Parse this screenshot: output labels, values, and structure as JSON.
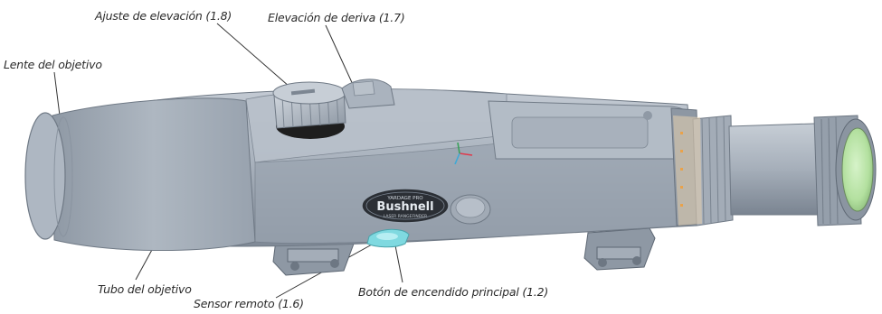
{
  "labels": {
    "ajuste": "Ajuste de elevación (1.8)",
    "deriva": "Elevación de deriva (1.7)",
    "lente": "Lente del objetivo",
    "tubo": "Tubo del objetivo",
    "sensor": "Sensor remoto (1.6)",
    "boton": "Botón de encendido principal (1.2)"
  },
  "logo": {
    "top": "YARDAGE PRO",
    "brand": "Bushnell",
    "bottom": "LASER RANGEFINDER"
  },
  "colors": {
    "body": "#a9b2bd",
    "body_dark": "#7d8794",
    "body_light": "#c9d0d8",
    "lens_green": "#b9e7a8",
    "ring_orange": "#e9a24a",
    "sensor_cyan": "#7fd9e0",
    "leader_line": "#333333"
  }
}
